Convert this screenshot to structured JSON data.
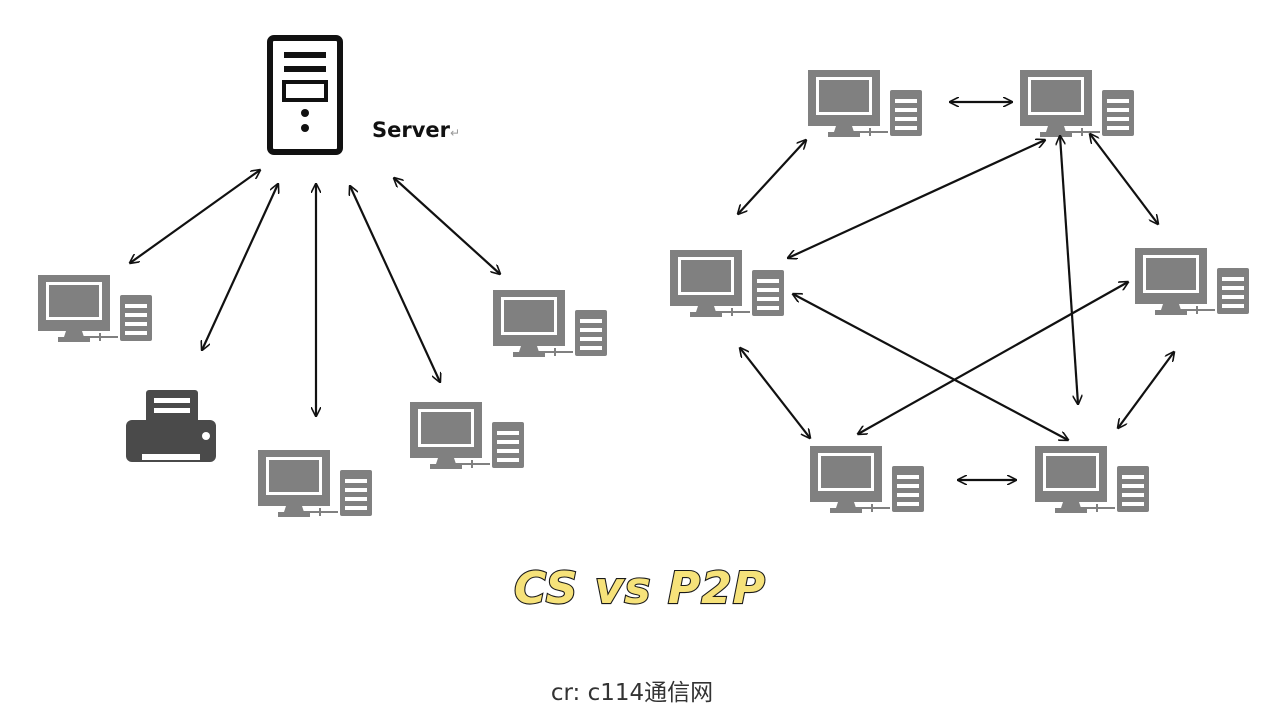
{
  "labels": {
    "server": "Server",
    "title": "CS vs P2P",
    "credit": "cr: c114通信网"
  },
  "nodes": {
    "cs_clients": [
      "computer",
      "printer",
      "computer",
      "computer",
      "computer"
    ],
    "p2p_peers": [
      "computer",
      "computer",
      "computer",
      "computer",
      "computer",
      "computer"
    ]
  },
  "colors": {
    "device_gray": "#808080",
    "printer_dark": "#4a4a4a",
    "arrow": "#111111",
    "title_fill": "#f6e27a"
  }
}
